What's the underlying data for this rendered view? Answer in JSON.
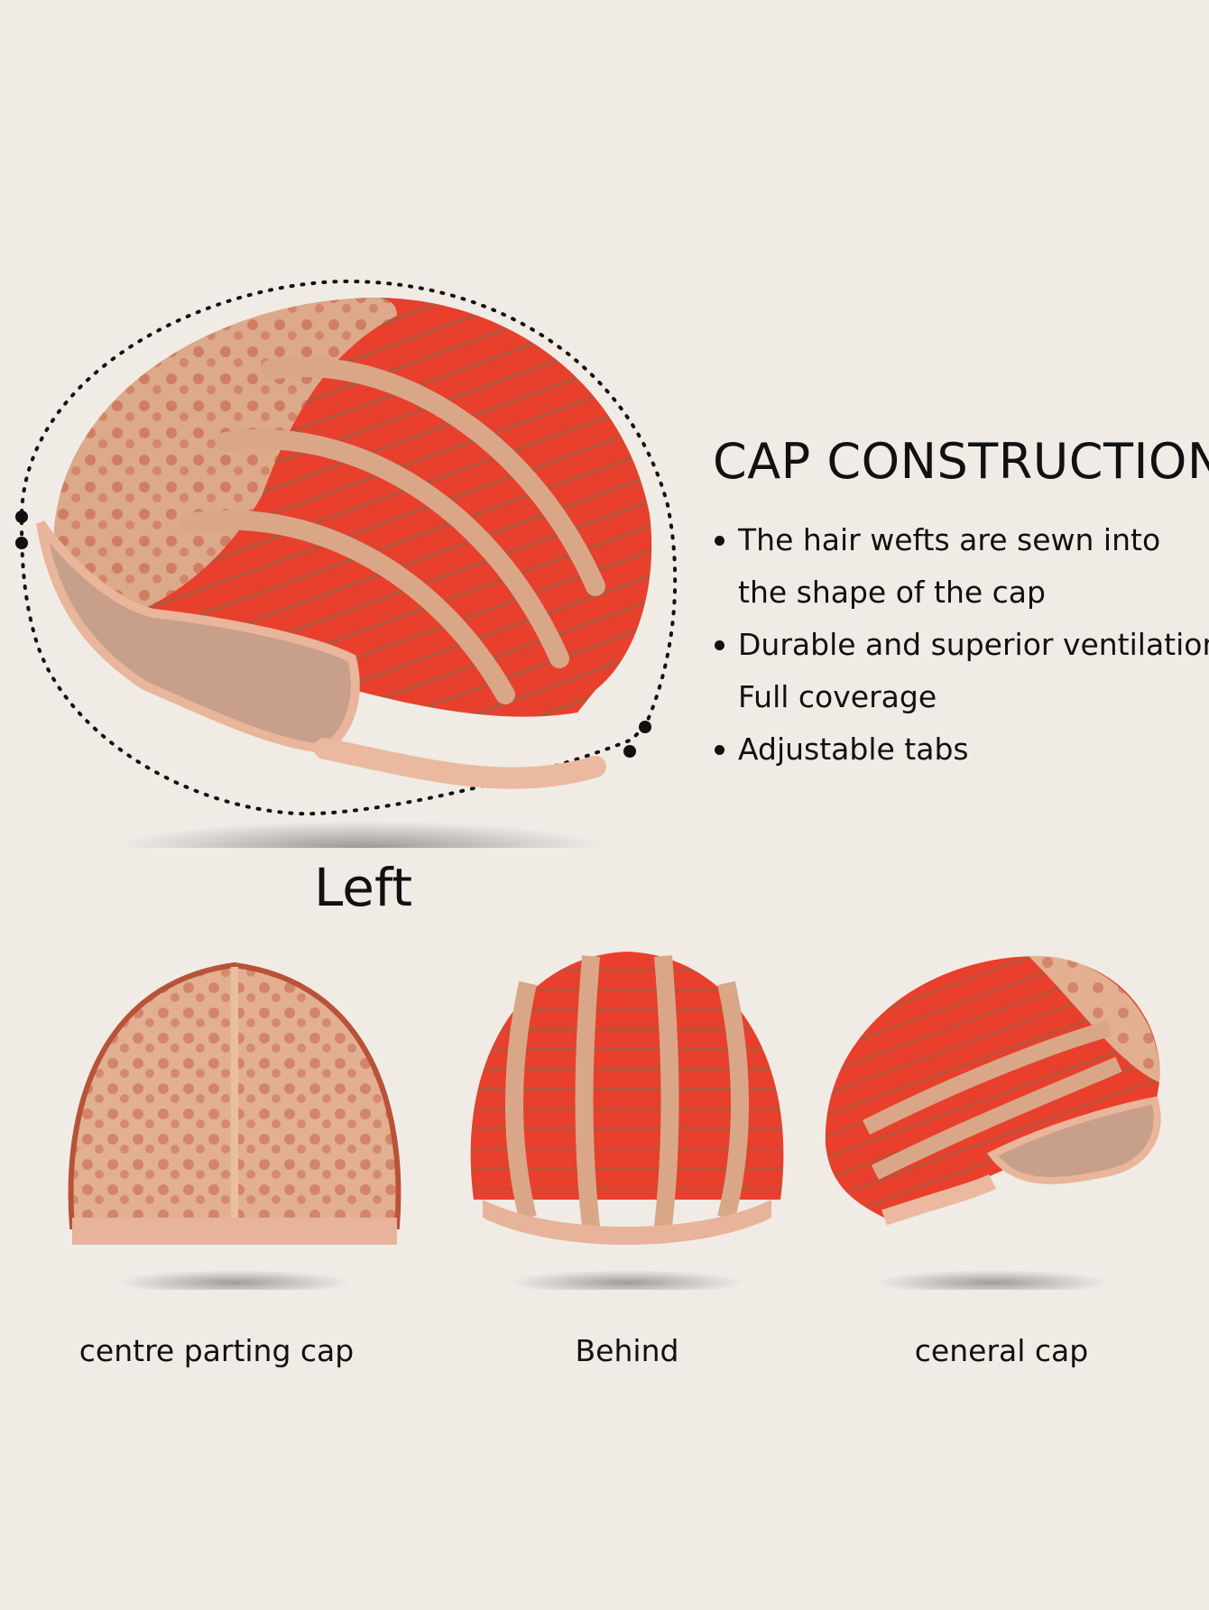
{
  "title": "CAP CONSTRUCTION",
  "bullets": [
    {
      "line1": "The hair wefts are sewn into",
      "line2": "the shape of the cap"
    },
    {
      "line1": "Durable and superior ventilation",
      "line2": "Full coverage"
    },
    {
      "line1": "Adjustable tabs",
      "line2": ""
    }
  ],
  "main_view_label": "Left",
  "captions": {
    "centre": "centre parting cap",
    "behind": "Behind",
    "general": "ceneral cap"
  },
  "colors": {
    "background": "#f0ebe5",
    "hair": "#e8402c",
    "lace": "#d9a788",
    "band": "#e7b39a",
    "shadow": "#9a9a9a"
  }
}
